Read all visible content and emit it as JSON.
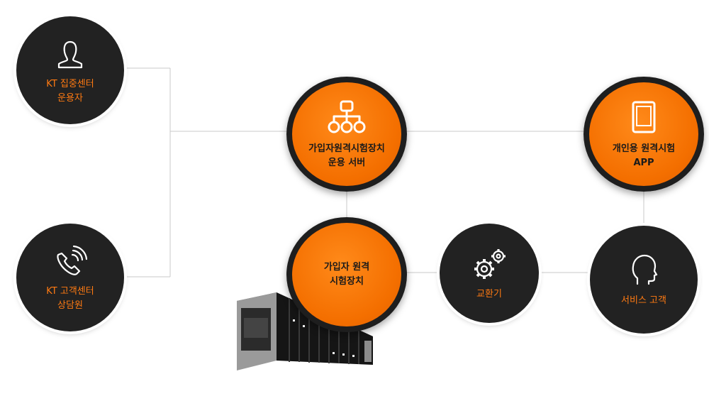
{
  "nodes": {
    "kt_ops": {
      "line1": "KT 집중센터",
      "line2": "운용자",
      "icon": "user-icon"
    },
    "kt_cs": {
      "line1": "KT 고객센터",
      "line2": "상담원",
      "icon": "phone-icon"
    },
    "server": {
      "line1": "가입자원격시험장치",
      "line2": "운용 서버",
      "icon": "network-icon"
    },
    "app": {
      "line1": "개인용 원격시험",
      "line2": "APP",
      "icon": "tablet-icon"
    },
    "device": {
      "line1": "가입자 원격",
      "line2": "시험장치",
      "icon": "hardware-device-image"
    },
    "exchange": {
      "line1": "교환기",
      "icon": "gears-icon"
    },
    "customer": {
      "line1": "서비스 고객",
      "icon": "head-icon"
    }
  },
  "colors": {
    "accent": "#f46f00",
    "dark": "#222222",
    "line": "#c8c8c8"
  }
}
